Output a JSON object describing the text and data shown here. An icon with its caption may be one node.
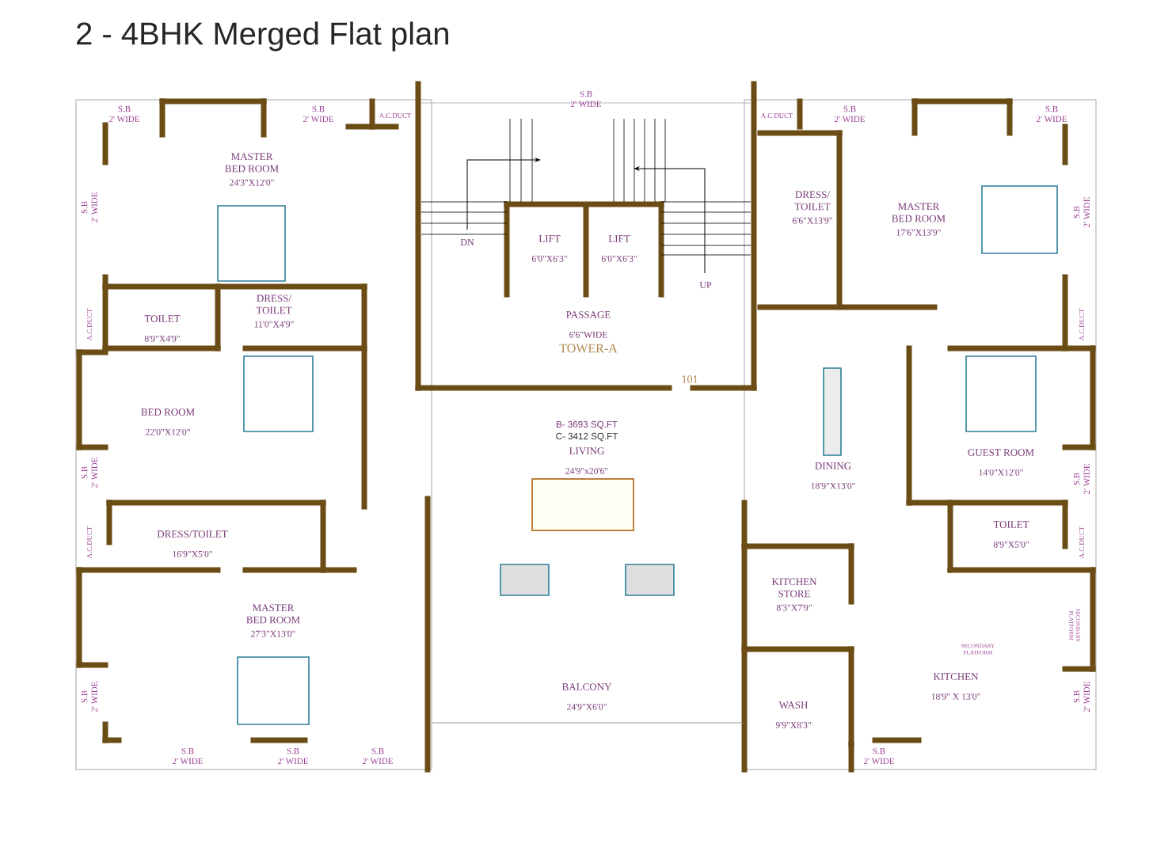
{
  "diagram": {
    "title": "2 - 4BHK Merged Flat plan",
    "nodes": [
      {
        "text": [
          "MASTER BED ROOM",
          "24'3\"X12'0\""
        ]
      },
      {
        "text": [
          "LIFT",
          "6'0\"X6'3\""
        ]
      },
      {
        "text": [
          "LIFT",
          "6'0\"X6'3\""
        ]
      },
      {
        "text": [
          "DRESS/ TOILET",
          "6'6\"X13'9\""
        ]
      },
      {
        "text": [
          "MASTER BED ROOM",
          "17'6\"X13'9\""
        ]
      },
      {
        "text": [
          "DRESS/ TOILET",
          "11'0\"X4'9\""
        ]
      },
      {
        "text": [
          "TOILET",
          "8'9\"X4'9\""
        ]
      },
      {
        "text": [
          "PASSAGE",
          "6'6\"WIDE"
        ]
      },
      {
        "text": [
          "BED ROOM",
          "22'0\"X12'0\""
        ]
      },
      {
        "text": [
          "LIVING",
          "24'9\"x20'6\""
        ]
      },
      {
        "text": [
          "DINING",
          "18'9\"X13'0\""
        ]
      },
      {
        "text": [
          "GUEST ROOM",
          "14'0\"X12'0\""
        ]
      },
      {
        "text": [
          "TOILET",
          "8'9\"X5'0\""
        ]
      },
      {
        "text": [
          "DRESS/TOILET",
          "16'9\"X5'0\""
        ]
      },
      {
        "text": [
          "KITCHEN STORE",
          "8'3\"X7'9\""
        ]
      },
      {
        "text": [
          "MASTER BED ROOM",
          "27'3\"X13'0\""
        ]
      },
      {
        "text": [
          "KITCHEN",
          "18'9\" X 13'0\""
        ]
      },
      {
        "text": [
          "BALCONY",
          "24'9\"X6'0\""
        ]
      },
      {
        "text": [
          "WASH",
          "9'9\"X8'3\""
        ]
      }
    ],
    "labels": [
      "S.B 2' WIDE",
      "S.B 2' WIDE",
      "A.C.DUCT",
      "S.B 2' WIDE",
      "A.C.DUCT",
      "S.B 2' WIDE",
      "S.B 2' WIDE",
      "S.B 2' WIDE",
      "S.B 2' WIDE",
      "DN",
      "UP",
      "A.C.DUCT",
      "A.C.DUCT",
      "TOWER-A",
      "101",
      "B- 3693 SQ.FT",
      "C- 3412 SQ.FT",
      "S.B 2' WIDE",
      "S.B 2' WIDE",
      "A.C.DUCT",
      "A.C.DUCT",
      "SECONDARY PLATFORM",
      "SECONDARY PLATFORM",
      "S.B 2' WIDE",
      "S.B 2' WIDE",
      "S.B 2' WIDE",
      "S.B 2' WIDE",
      "S.B 2' WIDE",
      "S.B 2' WIDE"
    ]
  }
}
